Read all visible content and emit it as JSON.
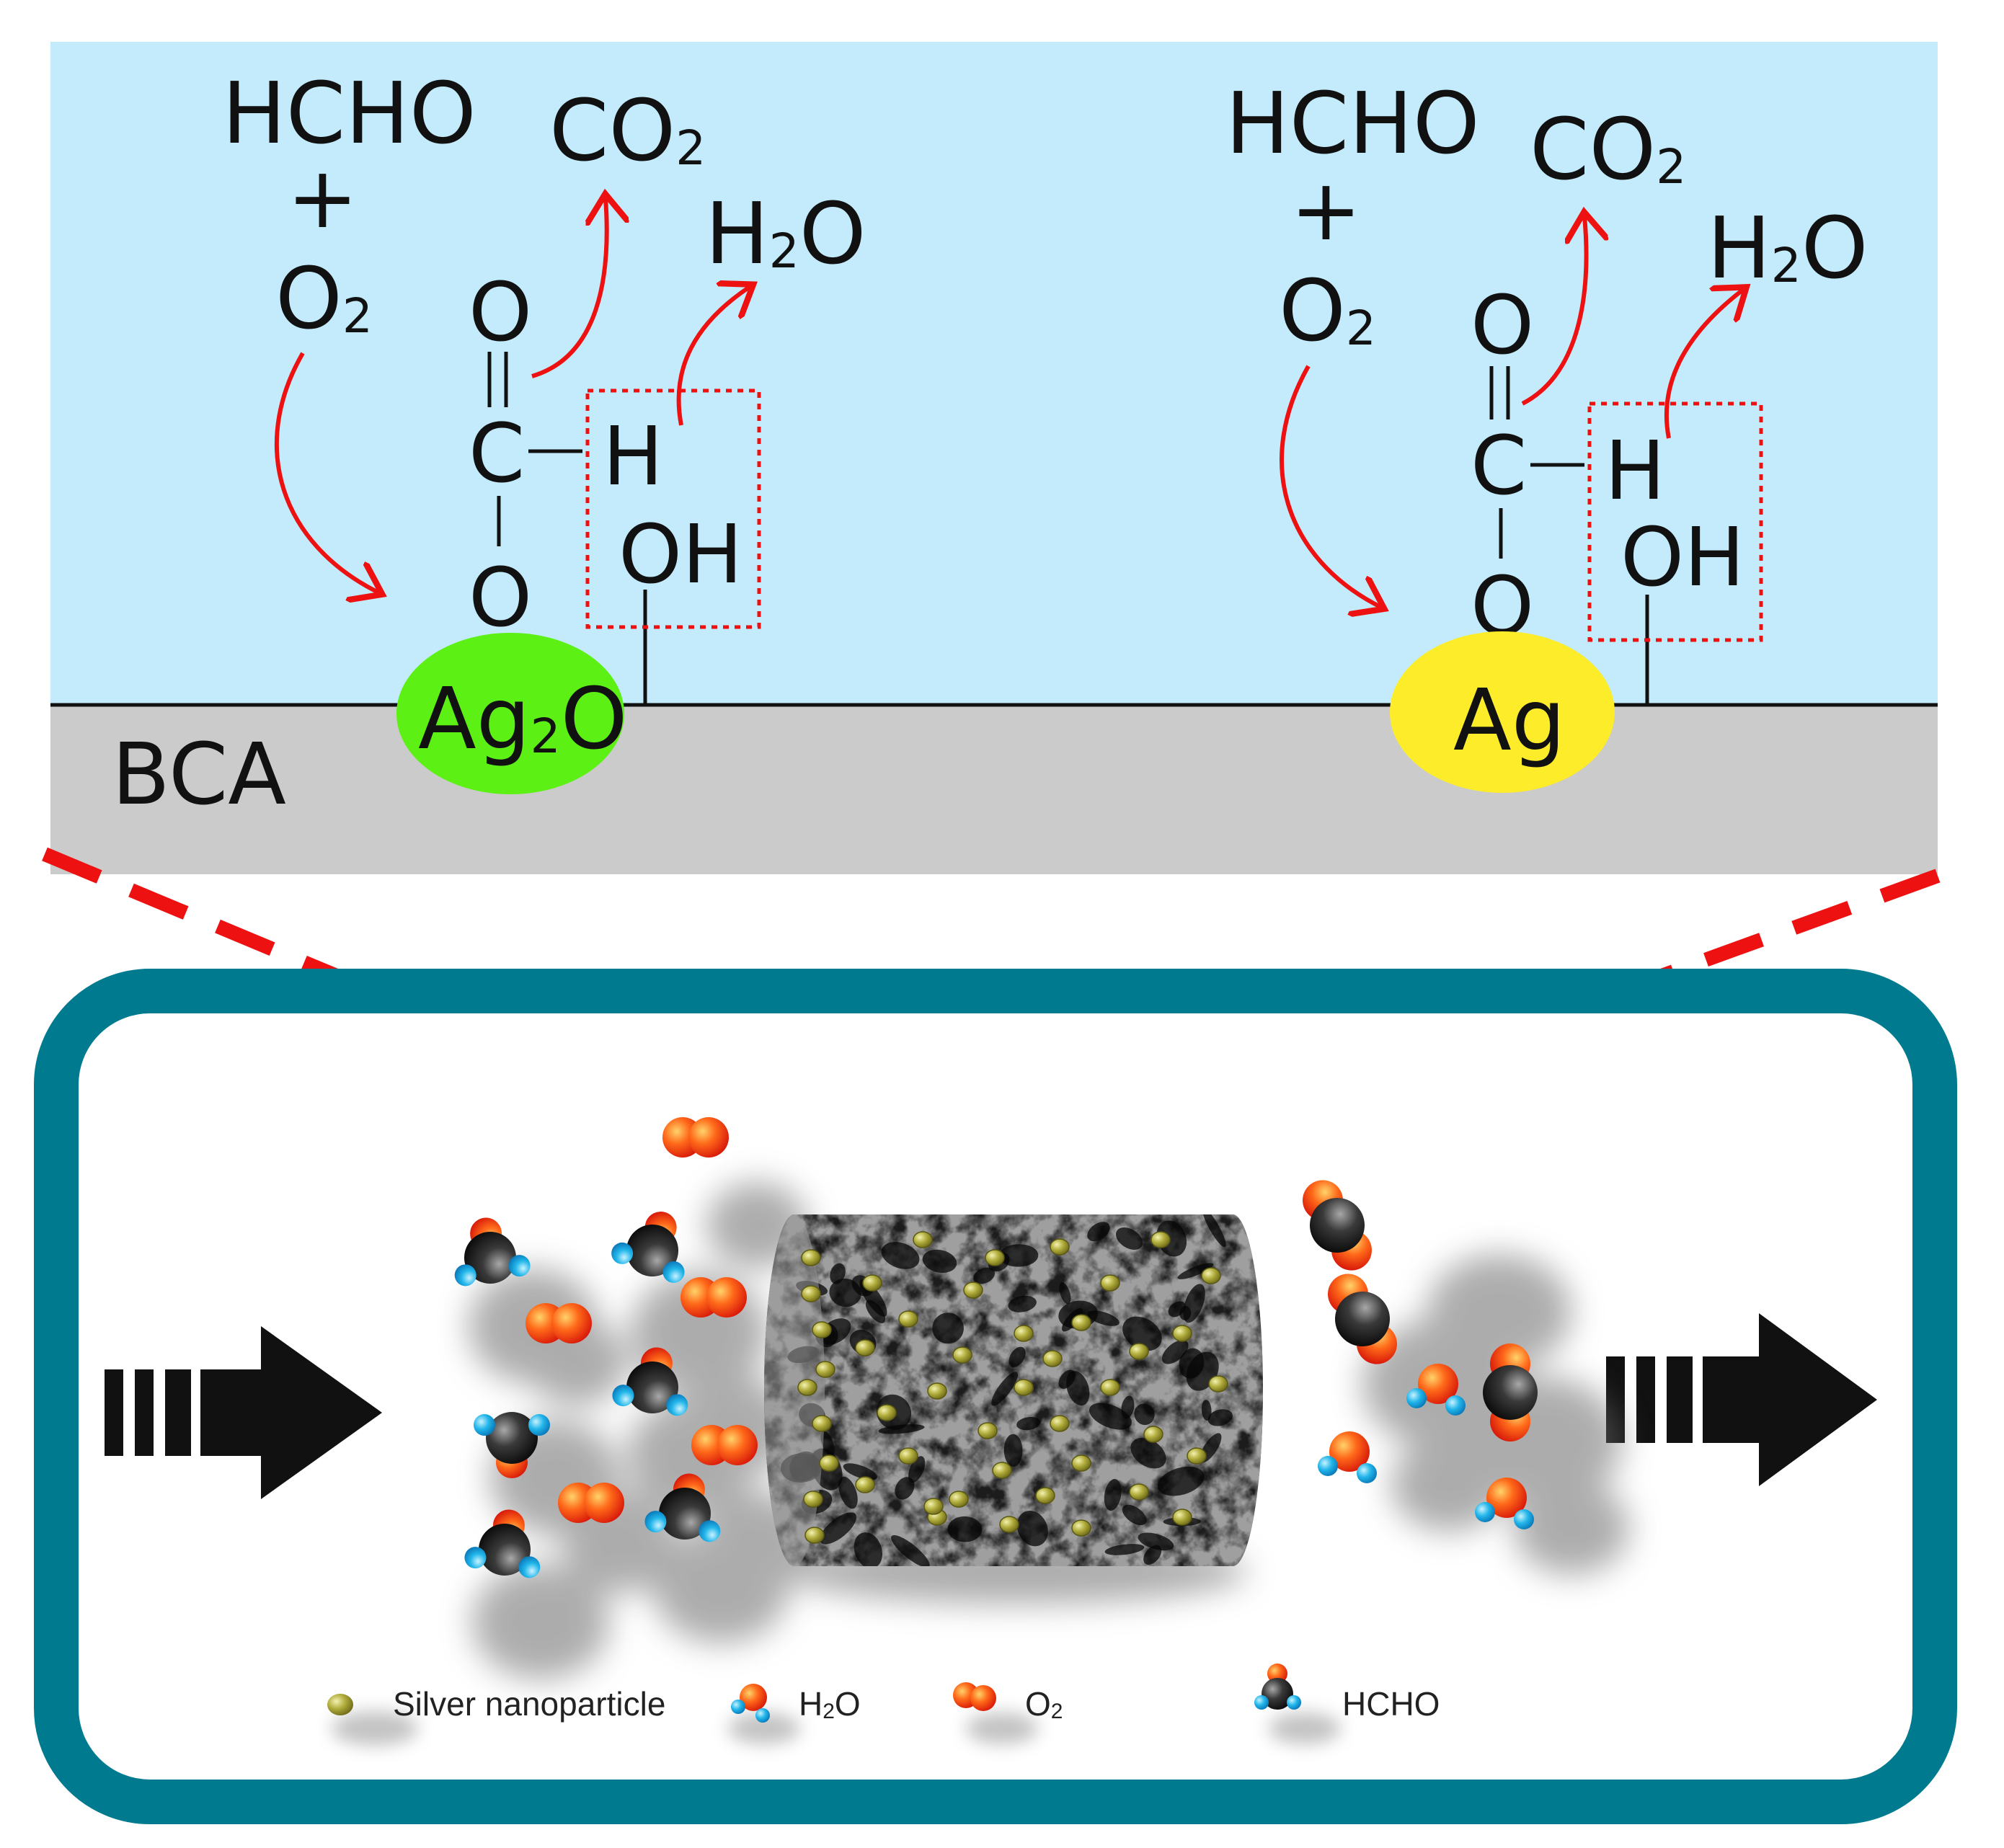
{
  "colors": {
    "sky": "#c3ebfc",
    "substrate": "#cbcbcb",
    "frame": "#007a8f",
    "arrow_red": "#ee1111",
    "dash_red": "#ee1111",
    "ag2o_fill": "#5df014",
    "ag_fill": "#fcec2a",
    "oxygen_atom": "#f23a10",
    "hydrogen_atom": "#1ab0e6",
    "carbon_atom": "#222222",
    "silver_particle": "#a9a538"
  },
  "top_panel": {
    "substrate_label": "BCA",
    "left": {
      "reactant_1": "HCHO",
      "plus": "+",
      "reactant_2": "O",
      "reactant_2_sub": "2",
      "product_1": "CO",
      "product_1_sub": "2",
      "product_2_pre": "H",
      "product_2_sub": "2",
      "product_2_post": "O",
      "atom_o_top": "O",
      "atom_c": "C",
      "atom_o_bottom": "O",
      "atom_h": "H",
      "group_oh": "OH",
      "catalyst_main": "Ag",
      "catalyst_sub": "2",
      "catalyst_post": "O"
    },
    "right": {
      "reactant_1": "HCHO",
      "plus": "+",
      "reactant_2": "O",
      "reactant_2_sub": "2",
      "product_1": "CO",
      "product_1_sub": "2",
      "product_2_pre": "H",
      "product_2_sub": "2",
      "product_2_post": "O",
      "atom_o_top": "O",
      "atom_c": "C",
      "atom_o_bottom": "O",
      "atom_h": "H",
      "group_oh": "OH",
      "catalyst": "Ag"
    }
  },
  "legend": {
    "silver": "Silver nanoparticle",
    "water_pre": "H",
    "water_sub": "2",
    "water_post": "O",
    "oxygen_pre": "O",
    "oxygen_sub": "2",
    "hcho": "HCHO"
  }
}
